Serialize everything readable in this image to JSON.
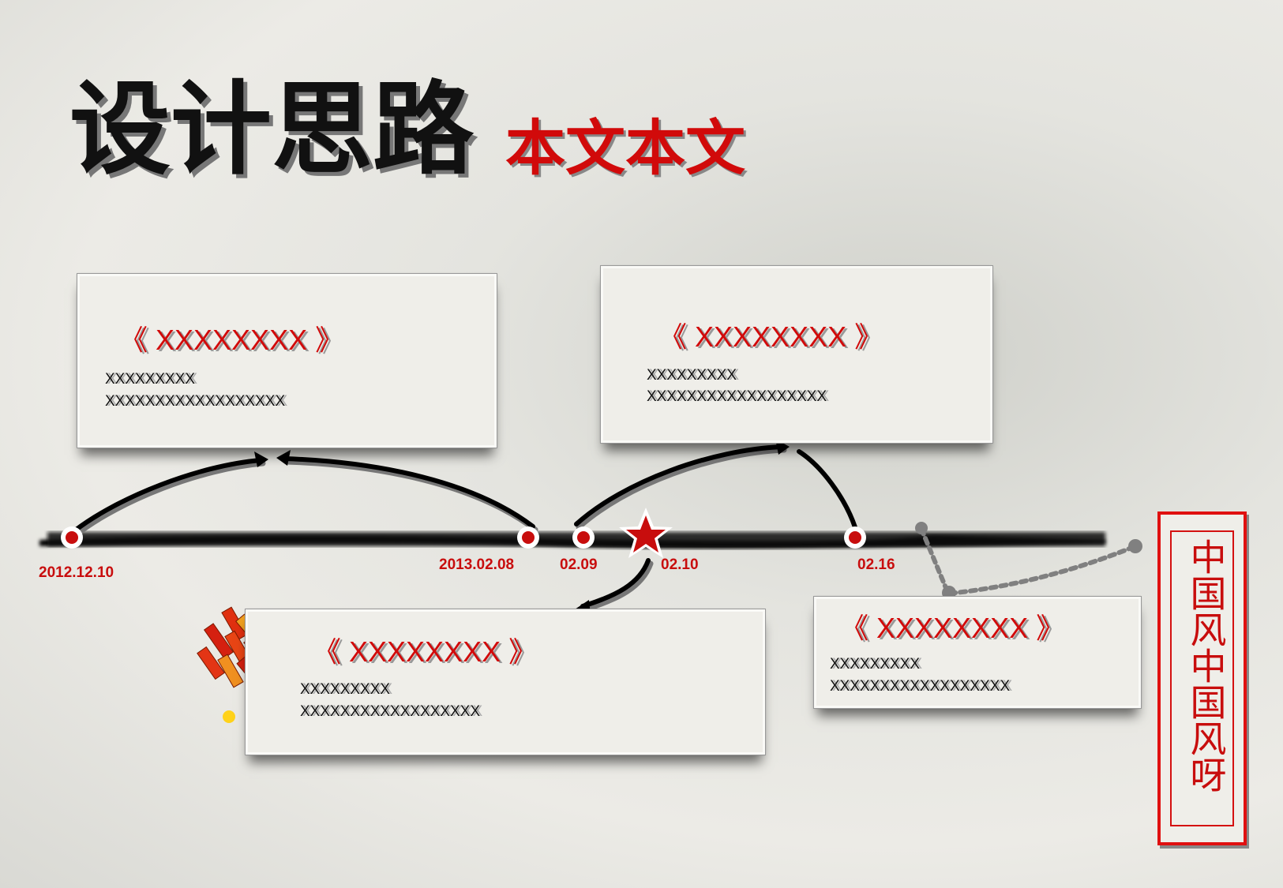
{
  "title": "设计思路",
  "subtitle": "本文本文",
  "timeline": {
    "dates": [
      "2012.12.10",
      "2013.02.08",
      "02.09",
      "02.10",
      "02.16"
    ]
  },
  "cards": [
    {
      "heading": "《 XXXXXXXX 》",
      "line1": "XXXXXXXXX",
      "line2": "XXXXXXXXXXXXXXXXXX"
    },
    {
      "heading": "《 XXXXXXXX 》",
      "line1": "XXXXXXXXX",
      "line2": "XXXXXXXXXXXXXXXXXX"
    },
    {
      "heading": "《 XXXXXXXX 》",
      "line1": "XXXXXXXXX",
      "line2": "XXXXXXXXXXXXXXXXXX"
    },
    {
      "heading": "《 XXXXXXXX 》",
      "line1": "XXXXXXXXX",
      "line2": "XXXXXXXXXXXXXXXXXX"
    }
  ],
  "stamp": {
    "text": "中国风中国风呀"
  },
  "colors": {
    "accent": "#c80d0d",
    "ink": "#111111",
    "paper": "#efeee9"
  },
  "icons": [
    "star-icon",
    "firecracker-icon",
    "arrow-icon"
  ]
}
